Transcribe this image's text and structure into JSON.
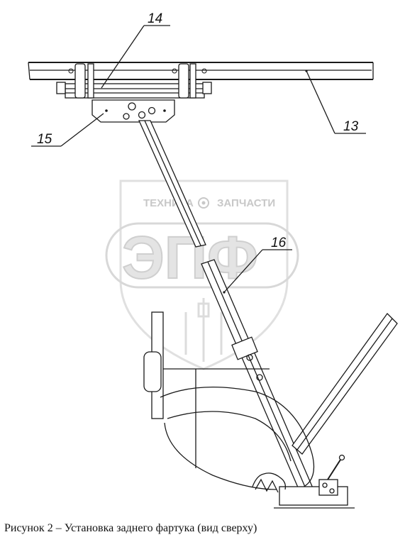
{
  "figure": {
    "caption": "Рисунок 2 – Установка заднего фартука (вид сверху)",
    "callouts": [
      {
        "id": "callout-14",
        "text": "14"
      },
      {
        "id": "callout-13",
        "text": "13"
      },
      {
        "id": "callout-15",
        "text": "15"
      },
      {
        "id": "callout-16",
        "text": "16"
      }
    ]
  },
  "watermark": {
    "line1_left": "ТЕХНИКА",
    "line1_right": "ЗАПЧАСТИ",
    "logo": "ЭПФ"
  }
}
